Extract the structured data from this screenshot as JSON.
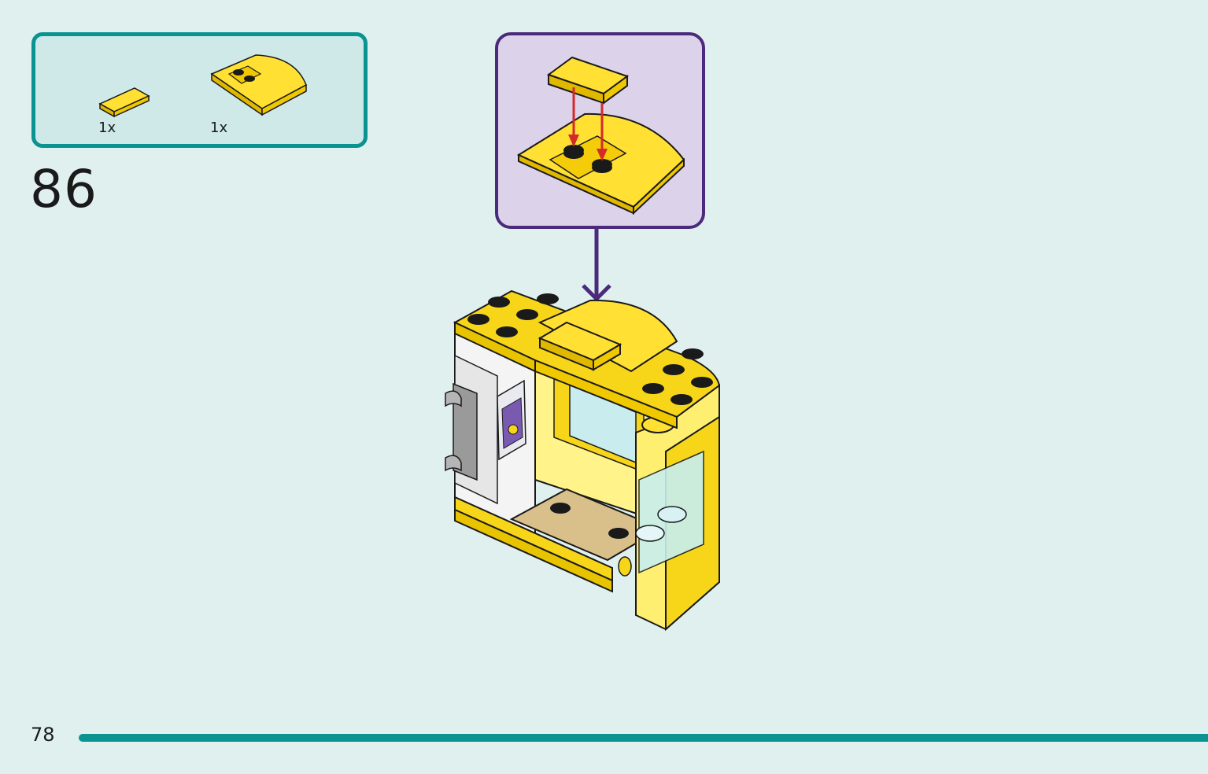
{
  "step": {
    "number": "86"
  },
  "parts": [
    {
      "name": "tile-1x2",
      "quantity": "1x"
    },
    {
      "name": "curved-slope-plate",
      "quantity": "1x"
    }
  ],
  "page": {
    "number": "78"
  },
  "colors": {
    "teal": "#0b9391",
    "callout_border": "#4b2a7b",
    "callout_bg": "#dcd2ea",
    "brick_yellow": "#f7d61a",
    "arrow_red": "#d42a2a"
  }
}
